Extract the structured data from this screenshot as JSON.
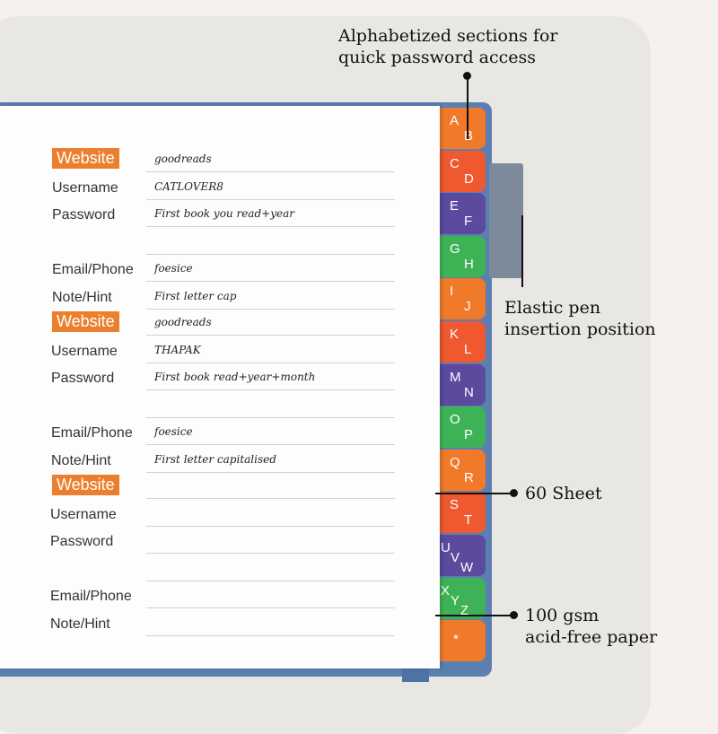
{
  "annotations": {
    "sections": [
      "Alphabetized sections for",
      "quick password access"
    ],
    "pen": [
      "Elastic pen",
      "insertion position"
    ],
    "sheets": "60 Sheet",
    "paper": [
      "100 gsm",
      "acid-free paper"
    ]
  },
  "entries": [
    {
      "website": "Website",
      "website_value": "goodreads",
      "username": "Username",
      "username_value": "CATLOVER8",
      "password": "Password",
      "password_value": "First book you read+year",
      "email": "Email/Phone",
      "email_value": "foesice",
      "note": "Note/Hint",
      "note_value": "First letter cap"
    },
    {
      "website": "Website",
      "website_value": "goodreads",
      "username": "Username",
      "username_value": "THAPAK",
      "password": "Password",
      "password_value": "First book read+year+month",
      "email": "Email/Phone",
      "email_value": "foesice",
      "note": "Note/Hint",
      "note_value": "First letter capitalised"
    },
    {
      "website": "Website",
      "website_value": "",
      "username": "Username",
      "username_value": "",
      "password": "Password",
      "password_value": "",
      "email": "Email/Phone",
      "email_value": "",
      "note": "Note/Hint",
      "note_value": ""
    }
  ],
  "tabs": [
    {
      "letters": [
        "A",
        "B"
      ],
      "color": "#f07a2a"
    },
    {
      "letters": [
        "C",
        "D"
      ],
      "color": "#f0582f"
    },
    {
      "letters": [
        "E",
        "F"
      ],
      "color": "#5b4a9e"
    },
    {
      "letters": [
        "G",
        "H"
      ],
      "color": "#3db356"
    },
    {
      "letters": [
        "I",
        "J"
      ],
      "color": "#f07a2a"
    },
    {
      "letters": [
        "K",
        "L"
      ],
      "color": "#f0582f"
    },
    {
      "letters": [
        "M",
        "N"
      ],
      "color": "#5b4a9e"
    },
    {
      "letters": [
        "O",
        "P"
      ],
      "color": "#3db356"
    },
    {
      "letters": [
        "Q",
        "R"
      ],
      "color": "#f07a2a"
    },
    {
      "letters": [
        "S",
        "T"
      ],
      "color": "#f0582f"
    },
    {
      "letters": [
        "U",
        "V",
        "W"
      ],
      "color": "#5b4a9e"
    },
    {
      "letters": [
        "X",
        "Y",
        "Z"
      ],
      "color": "#3db356"
    },
    {
      "letters": [
        "*"
      ],
      "color": "#f07a2a"
    }
  ]
}
